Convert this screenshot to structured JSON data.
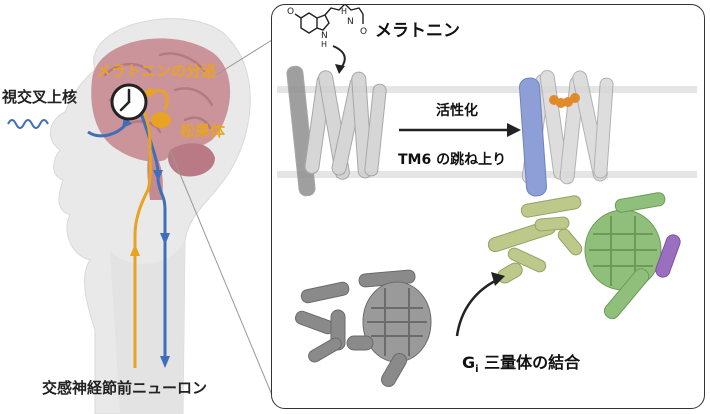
{
  "left_panel": {
    "label_scn": "視交叉上核",
    "label_melatonin_secretion": "メラトニンの分泌",
    "label_pineal": "松果体",
    "label_neuron": "交感神経節前ニューロン"
  },
  "right_panel": {
    "label_melatonin": "メラトニン",
    "label_activation": "活性化",
    "label_tm6": "TM6 の跳ね上り",
    "label_gi_prefix": "G",
    "label_gi_sub": "i",
    "label_gi_suffix": " 三量体の結合",
    "molecule_o": "O",
    "molecule_h": "H",
    "molecule_n": "N",
    "molecule_n2": "N",
    "molecule_h2": "H",
    "molecule_o2": "O"
  },
  "colors": {
    "brain": "#c98f97",
    "cerebellum": "#b97a86",
    "head": "#e7e7e7",
    "orange": "#e8a323",
    "blue": "#3f6fb9",
    "receptor_grey": "#9a9a9a",
    "tm6_blue": "#8d9fd6",
    "ligand_orange": "#e08a2a",
    "gi_alpha": "#bcc98a",
    "gi_beta": "#8fbf7a",
    "gi_gamma": "#9b6fbf",
    "membrane": "#e5e5e5"
  },
  "icons": [
    "clock-icon",
    "wave-icon"
  ]
}
